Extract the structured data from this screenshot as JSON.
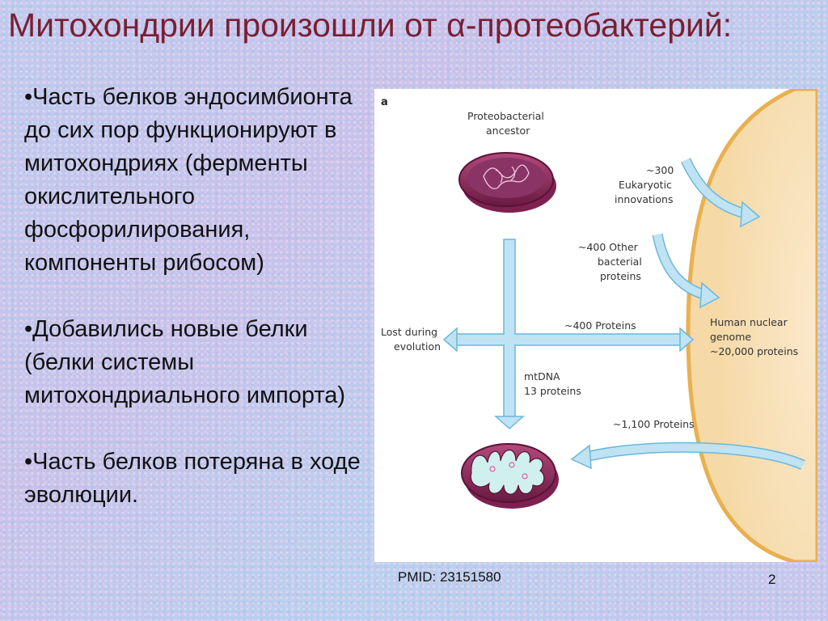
{
  "title": "Митохондрии произошли от α-протеобактерий:",
  "bullets": [
    "•Часть белков эндосимбионта до сих пор функционируют в митохондриях (ферменты окислительного фосфорилирования, компоненты рибосом)",
    "•Добавились новые белки (белки системы митохондриального импорта)",
    "•Часть белков потеряна в ходе эволюции."
  ],
  "figure": {
    "panel_label": "a",
    "ancestor_label": [
      "Proteobacterial",
      "ancestor"
    ],
    "eukaryotic_label": [
      "~300",
      "Eukaryotic",
      "innovations"
    ],
    "other_bacterial_label": [
      "~400 Other",
      "bacterial",
      "proteins"
    ],
    "lost_label": [
      "Lost during",
      "evolution"
    ],
    "proteins_400_label": "~400 Proteins",
    "nuclear_label": [
      "Human nuclear",
      "genome",
      "~20,000 proteins"
    ],
    "mtdna_label": [
      "mtDNA",
      "13 proteins"
    ],
    "proteins_1100_label": "~1,100 Proteins",
    "colors": {
      "arrow_fill": "#bfe3f3",
      "arrow_stroke": "#6cb7dc",
      "nucleus": "#f8dfb4",
      "nucleus_edge": "#e9b04f",
      "organelle": "#9b2f63",
      "organelle_dark": "#5a1236"
    }
  },
  "pmid": "PMID: 23151580",
  "page_number": "2"
}
